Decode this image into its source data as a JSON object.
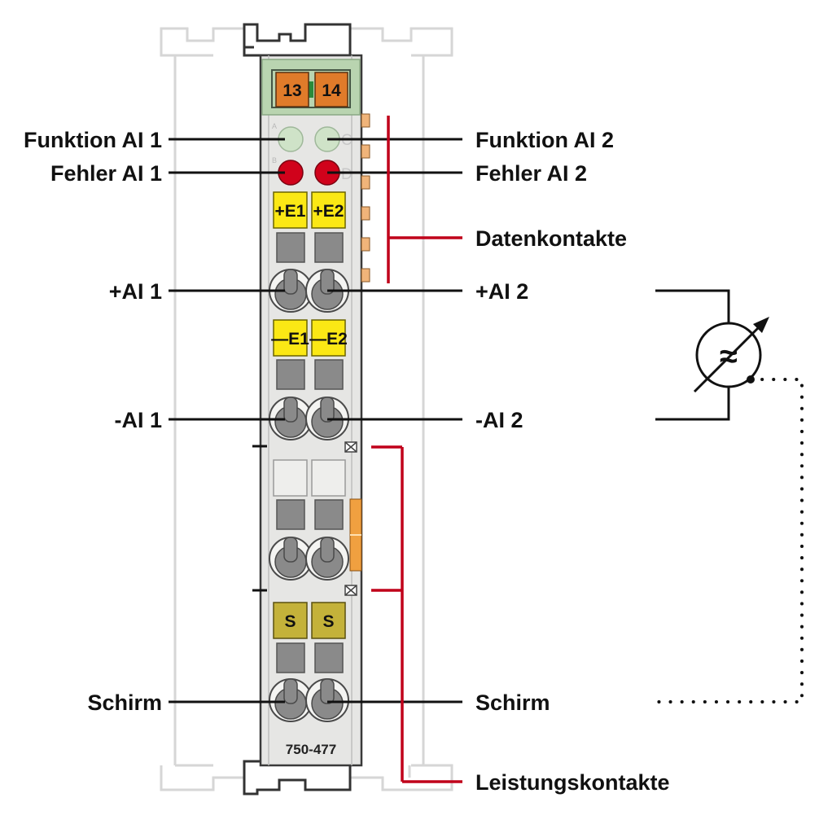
{
  "labels": {
    "left": {
      "funktion_ai1": "Funktion AI 1",
      "fehler_ai1": "Fehler AI 1",
      "plus_ai1": "+AI 1",
      "minus_ai1": "-AI 1",
      "schirm": "Schirm"
    },
    "right": {
      "funktion_ai2": "Funktion AI 2",
      "fehler_ai2": "Fehler AI 2",
      "datenkontakte": "Datenkontakte",
      "plus_ai2": "+AI 2",
      "minus_ai2": "-AI 2",
      "schirm": "Schirm",
      "leistungskontakte": "Leistungskontakte"
    }
  },
  "module": {
    "part_number": "750-477",
    "terminal_13": "13",
    "terminal_14": "14",
    "plus_e1": "+E1",
    "plus_e2": "+E2",
    "minus_e1": "—E1",
    "minus_e2": "—E2",
    "shield_1": "S",
    "shield_2": "S",
    "led_letter_a": "A",
    "led_letter_b": "B",
    "led_letter_c": "C",
    "led_letter_d": "D"
  },
  "symbols": {
    "ac_source": "≈"
  },
  "colors": {
    "module_body": "#e6e6e4",
    "module_outline": "#3a3a3a",
    "terminal_header_green": "#b9d4b0",
    "terminal_orange": "#e07b2a",
    "connector_yellow": "#fbe815",
    "shield_olive": "#c4b23a",
    "led_function_green": "#cfe3c8",
    "led_error_red": "#d0021b",
    "bracket_red": "#c0001a",
    "contact_orange": "#f0b47a",
    "ghost_rail": "#d6d6d6",
    "clamp_gray": "#8a8a8a"
  }
}
